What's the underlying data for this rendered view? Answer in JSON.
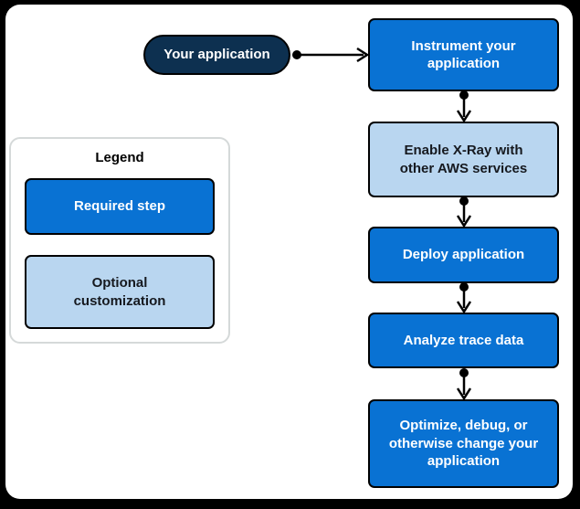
{
  "flow": {
    "source": {
      "label": "Your application"
    },
    "steps": [
      {
        "label": "Instrument your application",
        "type": "required"
      },
      {
        "label": "Enable X-Ray with other AWS services",
        "type": "optional"
      },
      {
        "label": "Deploy application",
        "type": "required"
      },
      {
        "label": "Analyze trace data",
        "type": "required"
      },
      {
        "label": "Optimize, debug, or otherwise change your application",
        "type": "required"
      }
    ]
  },
  "legend": {
    "title": "Legend",
    "items": [
      {
        "label": "Required step",
        "type": "required"
      },
      {
        "label": "Optional customization",
        "type": "optional"
      }
    ]
  },
  "colors": {
    "required_fill": "#0972d3",
    "optional_fill": "#b9d6f0",
    "application_fill": "#0d3050",
    "connector": "#000000",
    "required_text": "#ffffff",
    "optional_text": "#16191f",
    "canvas_background": "#ffffff",
    "frame_background": "#000000"
  }
}
